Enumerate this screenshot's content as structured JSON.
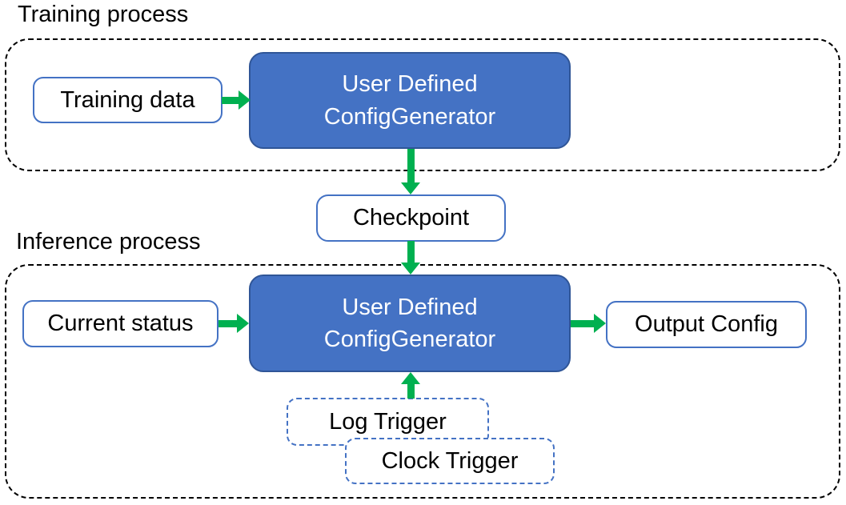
{
  "diagram": {
    "training": {
      "label": "Training process",
      "input": "Training data",
      "generator": {
        "line1": "User Defined",
        "line2": "ConfigGenerator"
      }
    },
    "checkpoint": "Checkpoint",
    "inference": {
      "label": "Inference process",
      "input": "Current status",
      "generator": {
        "line1": "User Defined",
        "line2": "ConfigGenerator"
      },
      "output": "Output Config",
      "triggers": {
        "log": "Log Trigger",
        "clock": "Clock Trigger"
      }
    }
  },
  "colors": {
    "bg": "#ffffff",
    "text": "#000000",
    "node-fill": "#4472C4",
    "node-border": "#2F5597",
    "node-text": "#ffffff",
    "box-border": "#4472C4",
    "trigger-border": "#4472C4",
    "container-border": "#000000",
    "arrow": "#00B050"
  }
}
